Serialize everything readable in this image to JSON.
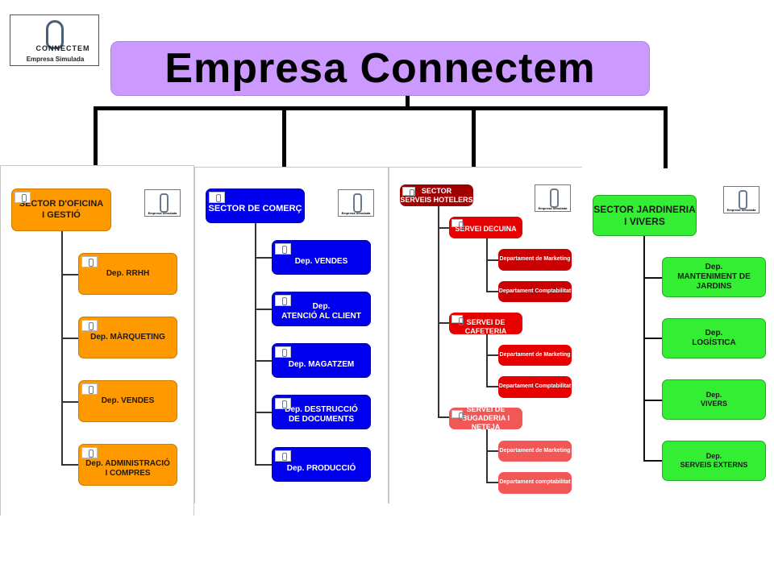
{
  "logo": {
    "brand": "CONNECTEM",
    "subtitle": "Empresa Simulada",
    "icon": "paperclip-icon"
  },
  "title": "Empresa Connectem",
  "colors": {
    "title": "#cc99ff",
    "oficina": "#ff9900",
    "comerc": "#0000ee",
    "hotelers": "#a00000",
    "cuina": "#e60000",
    "bugaderia": "#f25757",
    "jardineria": "#33ee33"
  },
  "sectors": {
    "oficina": {
      "name": "SECTOR D'OFICINA\nI GESTIÓ",
      "line1": "SECTOR D'OFICINA",
      "line2": "I GESTIÓ",
      "stamp": "Empresa Simulada",
      "departments": [
        "Dep. RRHH",
        "Dep. MÀRQUETING",
        "Dep. VENDES",
        "Dep. ADMINISTRACIÓ",
        "I COMPRES"
      ]
    },
    "comerc": {
      "line1": "SECTOR DE COMERÇ",
      "stamp": "Empresa Simulada",
      "departments": [
        "Dep. VENDES",
        "Dep.",
        "ATENCIÓ AL CLIENT",
        "Dep. MAGATZEM",
        "Dep. DESTRUCCIÓ",
        "DE DOCUMENTS",
        "Dep. PRODUCCIÓ"
      ]
    },
    "hotelers": {
      "line1": "SECTOR",
      "line2": "SERVEIS HOTELERS",
      "stamp": "Empresa Simulada",
      "services": [
        {
          "name": "SERVEI DECUINA",
          "departments": [
            "Departament de Marketing",
            "Departament  Comptabilitat"
          ]
        },
        {
          "name": "SERVEI DE CAFETERIA",
          "departments": [
            "Departament de Marketing",
            "Departament Comptabilitat"
          ]
        },
        {
          "name1": "SERVEI DE",
          "name2": "BUGADERIA I NETEJA",
          "departments": [
            "Departament de Marketing",
            "Departament comptabilitat"
          ]
        }
      ]
    },
    "jardineria": {
      "line1": "SECTOR JARDINERIA",
      "line2": "I VIVERS",
      "stamp": "Empresa Simulada",
      "departments": [
        {
          "l1": "Dep.",
          "l2": "MANTENIMENT DE JARDINS"
        },
        {
          "l1": "Dep.",
          "l2": "LOGÍSTICA"
        },
        {
          "l1": "Dep.",
          "l2": "VIVERS"
        },
        {
          "l1": "Dep.",
          "l2": "SERVEIS EXTERNS"
        }
      ]
    }
  }
}
